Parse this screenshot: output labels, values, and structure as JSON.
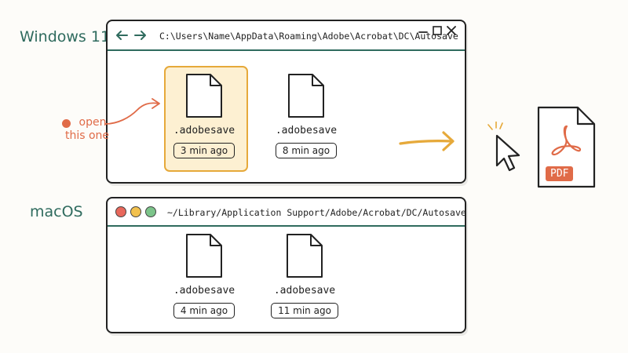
{
  "windows_label": "Windows 11",
  "mac_label": "macOS",
  "windows": {
    "path": "C:\\Users\\Name\\AppData\\Roaming\\Adobe\\Acrobat\\DC\\Autosave",
    "files": [
      {
        "name": ".adobesave",
        "age": "3 min ago",
        "highlighted": true
      },
      {
        "name": ".adobesave",
        "age": "8 min ago",
        "highlighted": false
      }
    ]
  },
  "mac": {
    "path": "~/Library/Application Support/Adobe/Acrobat/DC/Autosave",
    "files": [
      {
        "name": ".adobesave",
        "age": "4 min ago"
      },
      {
        "name": ".adobesave",
        "age": "11 min ago"
      }
    ]
  },
  "callout": {
    "line1": "open",
    "line2": "this one"
  },
  "pdf": {
    "badge": "PDF"
  },
  "colors": {
    "teal": "#2f6b5e",
    "orange_highlight": "#e6a93a",
    "coral": "#e06b48",
    "traffic_red": "#e8685c",
    "traffic_yellow": "#f2c14e",
    "traffic_green": "#7cc48a"
  },
  "icons": [
    "back-arrow-icon",
    "forward-arrow-icon",
    "minimize-icon",
    "maximize-icon",
    "close-icon",
    "file-icon",
    "cursor-icon",
    "pdf-file-icon"
  ]
}
